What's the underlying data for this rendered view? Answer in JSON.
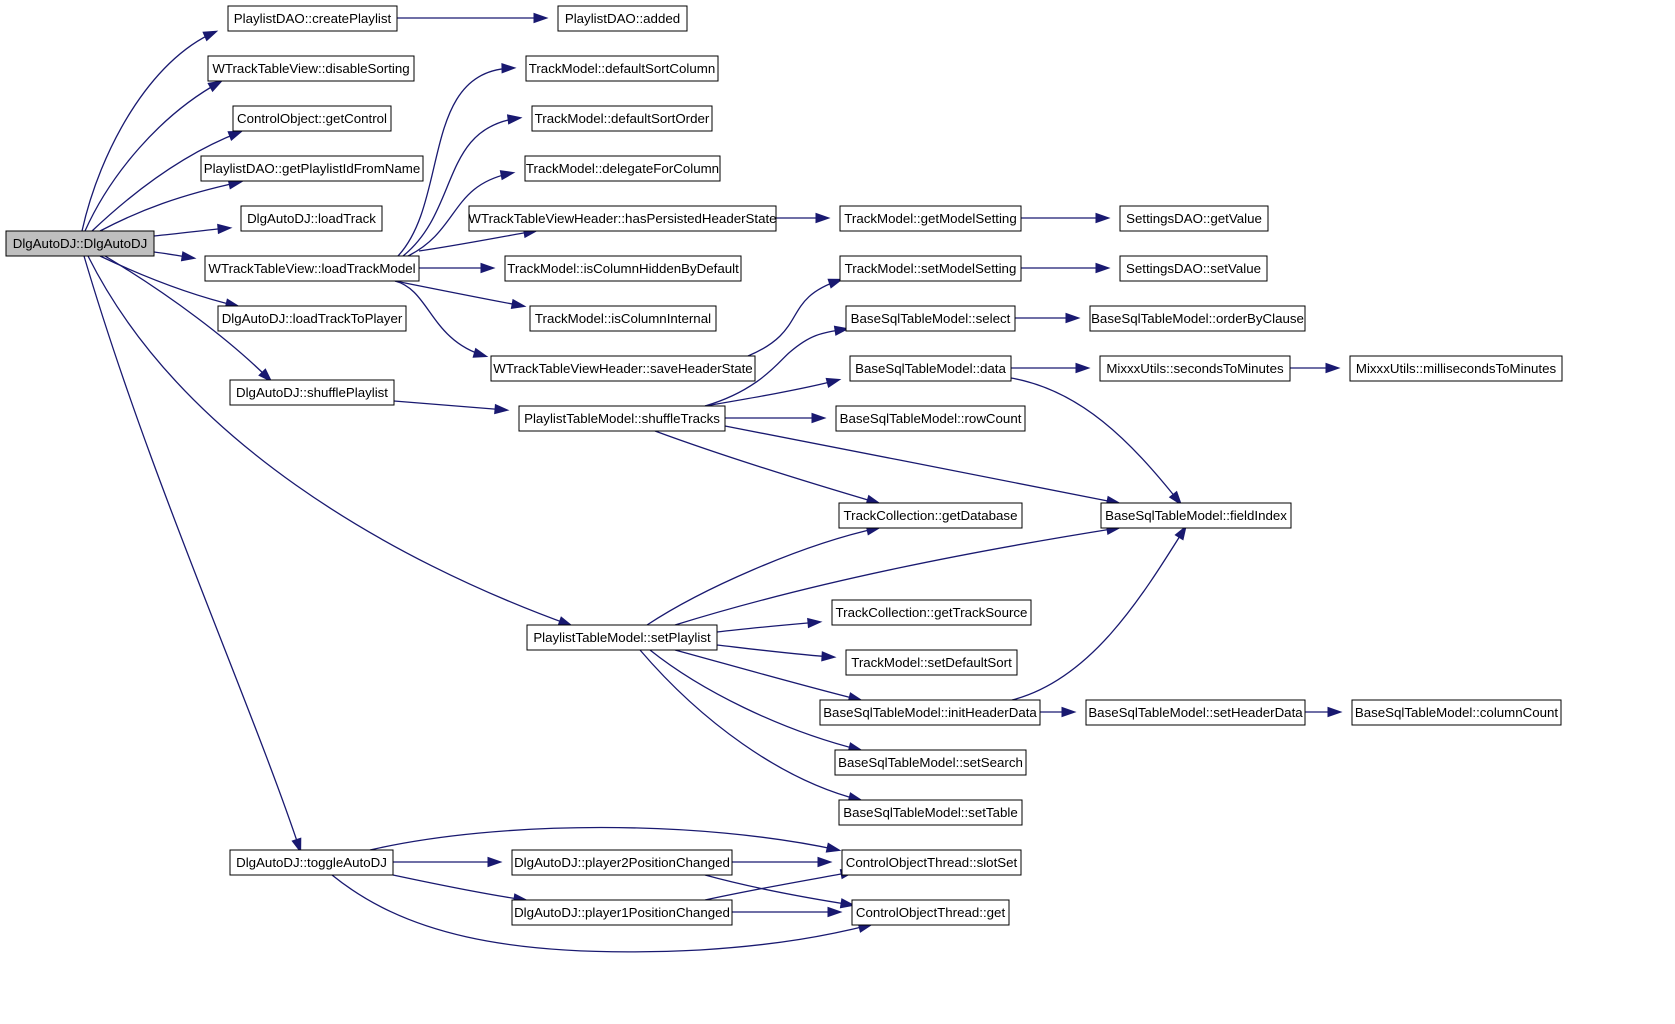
{
  "diagram": {
    "nodes": {
      "root": "DlgAutoDJ::DlgAutoDJ",
      "createPlaylist": "PlaylistDAO::createPlaylist",
      "added": "PlaylistDAO::added",
      "disableSorting": "WTrackTableView::disableSorting",
      "getControl": "ControlObject::getControl",
      "getPlaylistIdFromName": "PlaylistDAO::getPlaylistIdFromName",
      "loadTrack": "DlgAutoDJ::loadTrack",
      "loadTrackModel": "WTrackTableView::loadTrackModel",
      "loadTrackToPlayer": "DlgAutoDJ::loadTrackToPlayer",
      "shufflePlaylist": "DlgAutoDJ::shufflePlaylist",
      "defaultSortColumn": "TrackModel::defaultSortColumn",
      "defaultSortOrder": "TrackModel::defaultSortOrder",
      "delegateForColumn": "TrackModel::delegateForColumn",
      "hasPersistedHeaderState": "WTrackTableViewHeader::hasPersistedHeaderState",
      "isColumnHiddenByDefault": "TrackModel::isColumnHiddenByDefault",
      "isColumnInternal": "TrackModel::isColumnInternal",
      "saveHeaderState": "WTrackTableViewHeader::saveHeaderState",
      "shuffleTracks": "PlaylistTableModel::shuffleTracks",
      "getModelSetting": "TrackModel::getModelSetting",
      "getValue": "SettingsDAO::getValue",
      "setModelSetting": "TrackModel::setModelSetting",
      "setValue": "SettingsDAO::setValue",
      "select": "BaseSqlTableModel::select",
      "orderByClause": "BaseSqlTableModel::orderByClause",
      "data": "BaseSqlTableModel::data",
      "secondsToMinutes": "MixxxUtils::secondsToMinutes",
      "millisecondsToMinutes": "MixxxUtils::millisecondsToMinutes",
      "rowCount": "BaseSqlTableModel::rowCount",
      "getDatabase": "TrackCollection::getDatabase",
      "fieldIndex": "BaseSqlTableModel::fieldIndex",
      "setPlaylist": "PlaylistTableModel::setPlaylist",
      "getTrackSource": "TrackCollection::getTrackSource",
      "setDefaultSort": "TrackModel::setDefaultSort",
      "initHeaderData": "BaseSqlTableModel::initHeaderData",
      "setHeaderData": "BaseSqlTableModel::setHeaderData",
      "columnCount": "BaseSqlTableModel::columnCount",
      "setSearch": "BaseSqlTableModel::setSearch",
      "setTable": "BaseSqlTableModel::setTable",
      "toggleAutoDJ": "DlgAutoDJ::toggleAutoDJ",
      "player2PositionChanged": "DlgAutoDJ::player2PositionChanged",
      "player1PositionChanged": "DlgAutoDJ::player1PositionChanged",
      "slotSet": "ControlObjectThread::slotSet",
      "get": "ControlObjectThread::get"
    },
    "edges": [
      [
        "root",
        "createPlaylist"
      ],
      [
        "createPlaylist",
        "added"
      ],
      [
        "root",
        "disableSorting"
      ],
      [
        "root",
        "getControl"
      ],
      [
        "root",
        "getPlaylistIdFromName"
      ],
      [
        "root",
        "loadTrack"
      ],
      [
        "root",
        "loadTrackModel"
      ],
      [
        "root",
        "loadTrackToPlayer"
      ],
      [
        "root",
        "shufflePlaylist"
      ],
      [
        "root",
        "setPlaylist"
      ],
      [
        "root",
        "toggleAutoDJ"
      ],
      [
        "loadTrackModel",
        "defaultSortColumn"
      ],
      [
        "loadTrackModel",
        "defaultSortOrder"
      ],
      [
        "loadTrackModel",
        "delegateForColumn"
      ],
      [
        "loadTrackModel",
        "hasPersistedHeaderState"
      ],
      [
        "loadTrackModel",
        "isColumnHiddenByDefault"
      ],
      [
        "loadTrackModel",
        "isColumnInternal"
      ],
      [
        "loadTrackModel",
        "saveHeaderState"
      ],
      [
        "hasPersistedHeaderState",
        "getModelSetting"
      ],
      [
        "getModelSetting",
        "getValue"
      ],
      [
        "saveHeaderState",
        "setModelSetting"
      ],
      [
        "setModelSetting",
        "setValue"
      ],
      [
        "shufflePlaylist",
        "shuffleTracks"
      ],
      [
        "shuffleTracks",
        "select"
      ],
      [
        "shuffleTracks",
        "data"
      ],
      [
        "shuffleTracks",
        "rowCount"
      ],
      [
        "shuffleTracks",
        "getDatabase"
      ],
      [
        "shuffleTracks",
        "fieldIndex"
      ],
      [
        "select",
        "orderByClause"
      ],
      [
        "data",
        "secondsToMinutes"
      ],
      [
        "data",
        "fieldIndex"
      ],
      [
        "secondsToMinutes",
        "millisecondsToMinutes"
      ],
      [
        "setPlaylist",
        "getDatabase"
      ],
      [
        "setPlaylist",
        "fieldIndex"
      ],
      [
        "setPlaylist",
        "getTrackSource"
      ],
      [
        "setPlaylist",
        "setDefaultSort"
      ],
      [
        "setPlaylist",
        "initHeaderData"
      ],
      [
        "setPlaylist",
        "setSearch"
      ],
      [
        "setPlaylist",
        "setTable"
      ],
      [
        "initHeaderData",
        "fieldIndex"
      ],
      [
        "initHeaderData",
        "setHeaderData"
      ],
      [
        "setHeaderData",
        "columnCount"
      ],
      [
        "toggleAutoDJ",
        "slotSet"
      ],
      [
        "toggleAutoDJ",
        "player2PositionChanged"
      ],
      [
        "toggleAutoDJ",
        "player1PositionChanged"
      ],
      [
        "toggleAutoDJ",
        "get"
      ],
      [
        "player2PositionChanged",
        "slotSet"
      ],
      [
        "player2PositionChanged",
        "get"
      ],
      [
        "player1PositionChanged",
        "slotSet"
      ],
      [
        "player1PositionChanged",
        "get"
      ]
    ],
    "colors": {
      "edge": "#191970",
      "node_border": "#000000",
      "root_fill": "#bfbfbf",
      "node_fill": "#ffffff"
    }
  }
}
